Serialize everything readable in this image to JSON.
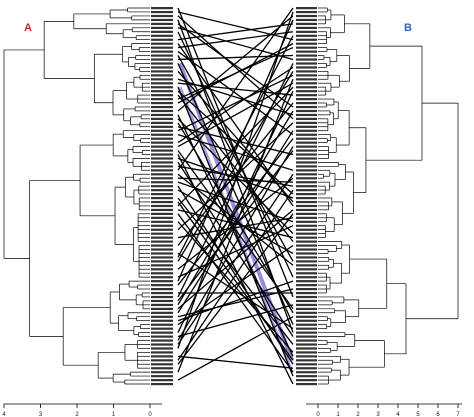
{
  "figure": {
    "label_a": "A",
    "label_b": "B",
    "label_a_color": "#c0282f",
    "label_b_color": "#2a6bb0",
    "line_color": "#000000",
    "highlight_color": "#6a5acd"
  },
  "axis_left": {
    "ticks": [
      "4",
      "3",
      "2",
      "1",
      "0"
    ]
  },
  "axis_right": {
    "ticks": [
      "0",
      "1",
      "2",
      "3",
      "4",
      "5",
      "6",
      "7"
    ]
  },
  "leaf_count": 96
}
